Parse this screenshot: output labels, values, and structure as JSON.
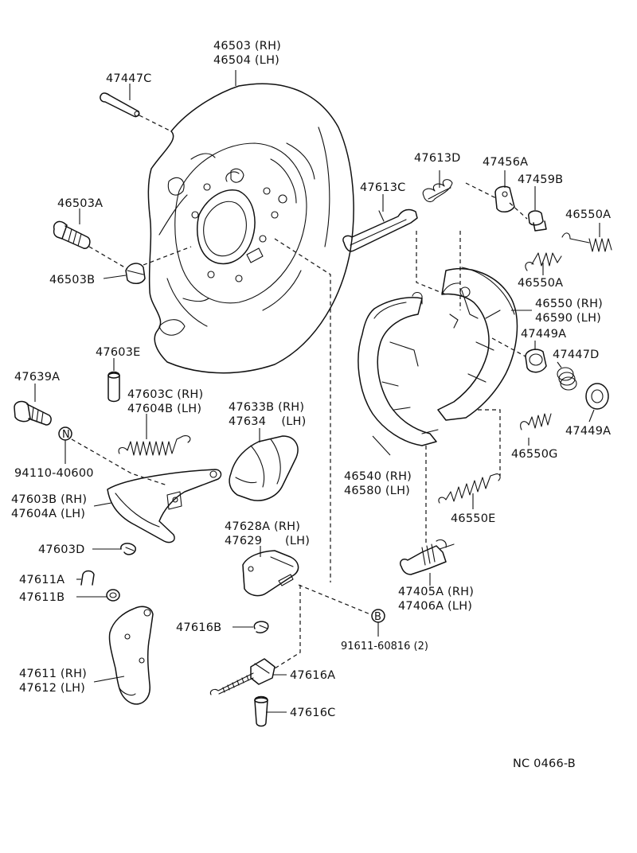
{
  "diagram": {
    "code": "NC 0466-B",
    "labels": {
      "backing_plate": [
        "46503 (RH)",
        "46504 (LH)"
      ],
      "bolt_47447C": [
        "47447C"
      ],
      "bolt_46503A": [
        "46503A"
      ],
      "nut_46503B": [
        "46503B"
      ],
      "pin_47603E": [
        "47603E"
      ],
      "bolt_47639A": [
        "47639A"
      ],
      "spring_47603C": [
        "47603C (RH)",
        "47604B (LH)"
      ],
      "nut_94110": [
        "94110-40600"
      ],
      "lever_47603B": [
        "47603B (RH)",
        "47604A (LH)"
      ],
      "clip_47603D": [
        "47603D"
      ],
      "clip_47611A": [
        "47611A"
      ],
      "washer_47611B": [
        "47611B"
      ],
      "lever_47611": [
        "47611 (RH)",
        "47612 (LH)"
      ],
      "boot_47633B": [
        "47633B (RH)",
        "47634    (LH)"
      ],
      "bellcrank_47628A": [
        "47628A (RH)",
        "47629      (LH)"
      ],
      "clip_47616B": [
        "47616B"
      ],
      "bolt_91611": [
        "91611-60816 (2)"
      ],
      "rod_47616A": [
        "47616A"
      ],
      "pin_47616C": [
        "47616C"
      ],
      "strut_47613C": [
        "47613C"
      ],
      "spring_47613D": [
        "47613D"
      ],
      "plate_47456A": [
        "47456A"
      ],
      "bolt_47459B": [
        "47459B"
      ],
      "spring_46550A_top": [
        "46550A"
      ],
      "spring_46550A_mid": [
        "46550A"
      ],
      "shoe_46550": [
        "46550 (RH)",
        "46590 (LH)"
      ],
      "cup_47449A_top": [
        "47449A"
      ],
      "spring_47447D": [
        "47447D"
      ],
      "cup_47449A_bot": [
        "47449A"
      ],
      "spring_46550G": [
        "46550G"
      ],
      "shoe_46540": [
        "46540 (RH)",
        "46580 (LH)"
      ],
      "spring_46550E": [
        "46550E"
      ],
      "adjuster_47405A": [
        "47405A (RH)",
        "47406A (LH)"
      ]
    }
  }
}
